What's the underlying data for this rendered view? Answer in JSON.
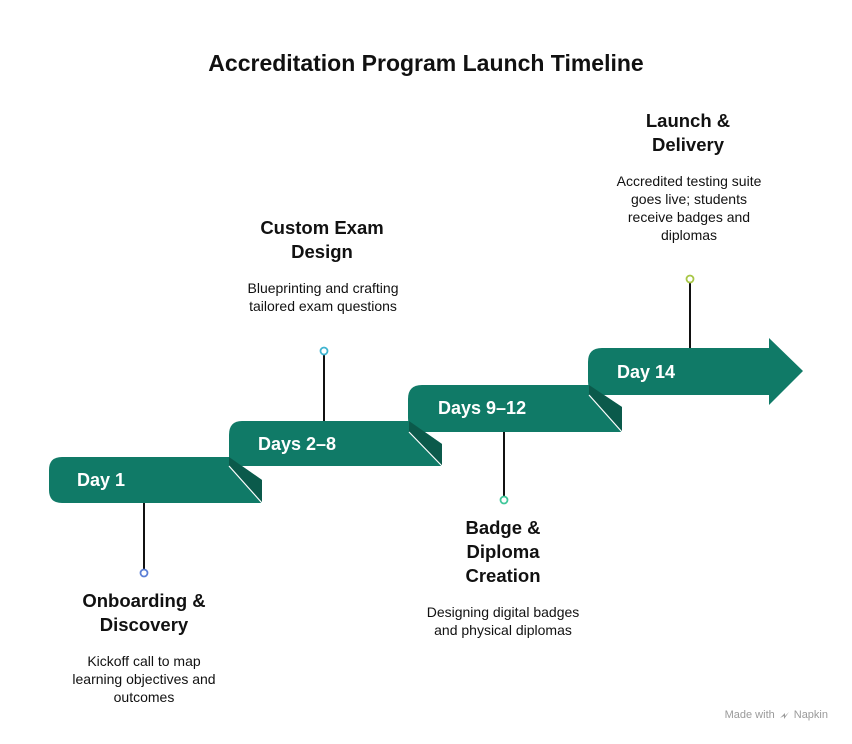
{
  "title": "Accreditation Program Launch Timeline",
  "colors": {
    "band": "#107a67",
    "band_fold": "#0b5a4b",
    "text_on_band": "#ffffff",
    "marker_colors": [
      "#5b7fd6",
      "#3fb4d0",
      "#3fc79a",
      "#a7c645"
    ]
  },
  "steps": [
    {
      "label": "Day 1",
      "title": "Onboarding & Discovery",
      "description": "Kickoff call to map learning objectives and outcomes"
    },
    {
      "label": "Days 2–8",
      "title": "Custom Exam Design",
      "description": "Blueprinting and crafting tailored exam questions"
    },
    {
      "label": "Days 9–12",
      "title": "Badge & Diploma Creation",
      "description": "Designing digital badges and physical diplomas"
    },
    {
      "label": "Day 14",
      "title": "Launch & Delivery",
      "description": "Accredited testing suite goes live; students receive badges and diplomas"
    }
  ],
  "footer": {
    "made_with": "Made with",
    "brand": "Napkin"
  }
}
